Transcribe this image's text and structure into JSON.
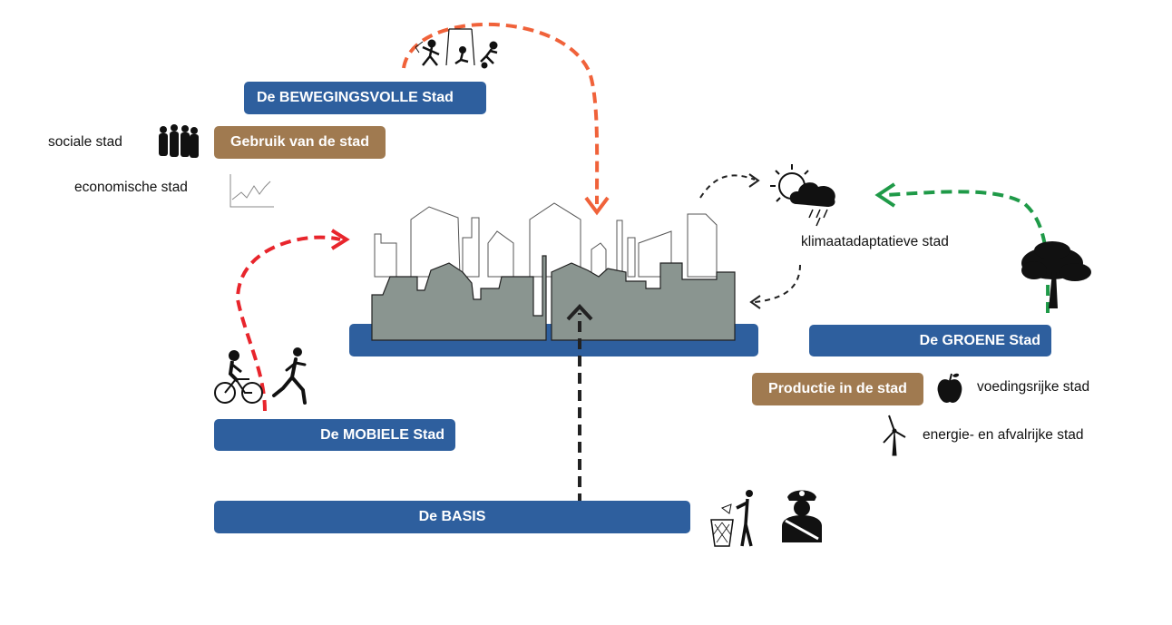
{
  "labels": {
    "bewegingsvolle": "De BEWEGINGSVOLLE Stad",
    "gebruik": "Gebruik van de stad",
    "sociale": "sociale stad",
    "economische": "economische stad",
    "klimaat": "klimaatadaptatieve stad",
    "groene": "De GROENE Stad",
    "productie": "Productie in de stad",
    "voedingsrijke": "voedingsrijke stad",
    "energie": "energie- en afvalrijke stad",
    "mobiele": "De MOBIELE Stad",
    "basis": "De BASIS"
  },
  "colors": {
    "blue": "#2e5f9e",
    "brown": "#a07a50",
    "city_front": "#8a9590",
    "arrow_orange": "#f0623a",
    "arrow_red": "#e8252c",
    "arrow_green": "#1f9a48",
    "arrow_black": "#222222"
  },
  "icons": [
    "sport-people-icon",
    "crowd-icon",
    "chart-icon",
    "weather-icon",
    "tree-icon",
    "apple-icon",
    "wind-turbine-icon",
    "cyclist-icon",
    "runner-icon",
    "trash-bin-icon",
    "police-officer-icon"
  ]
}
